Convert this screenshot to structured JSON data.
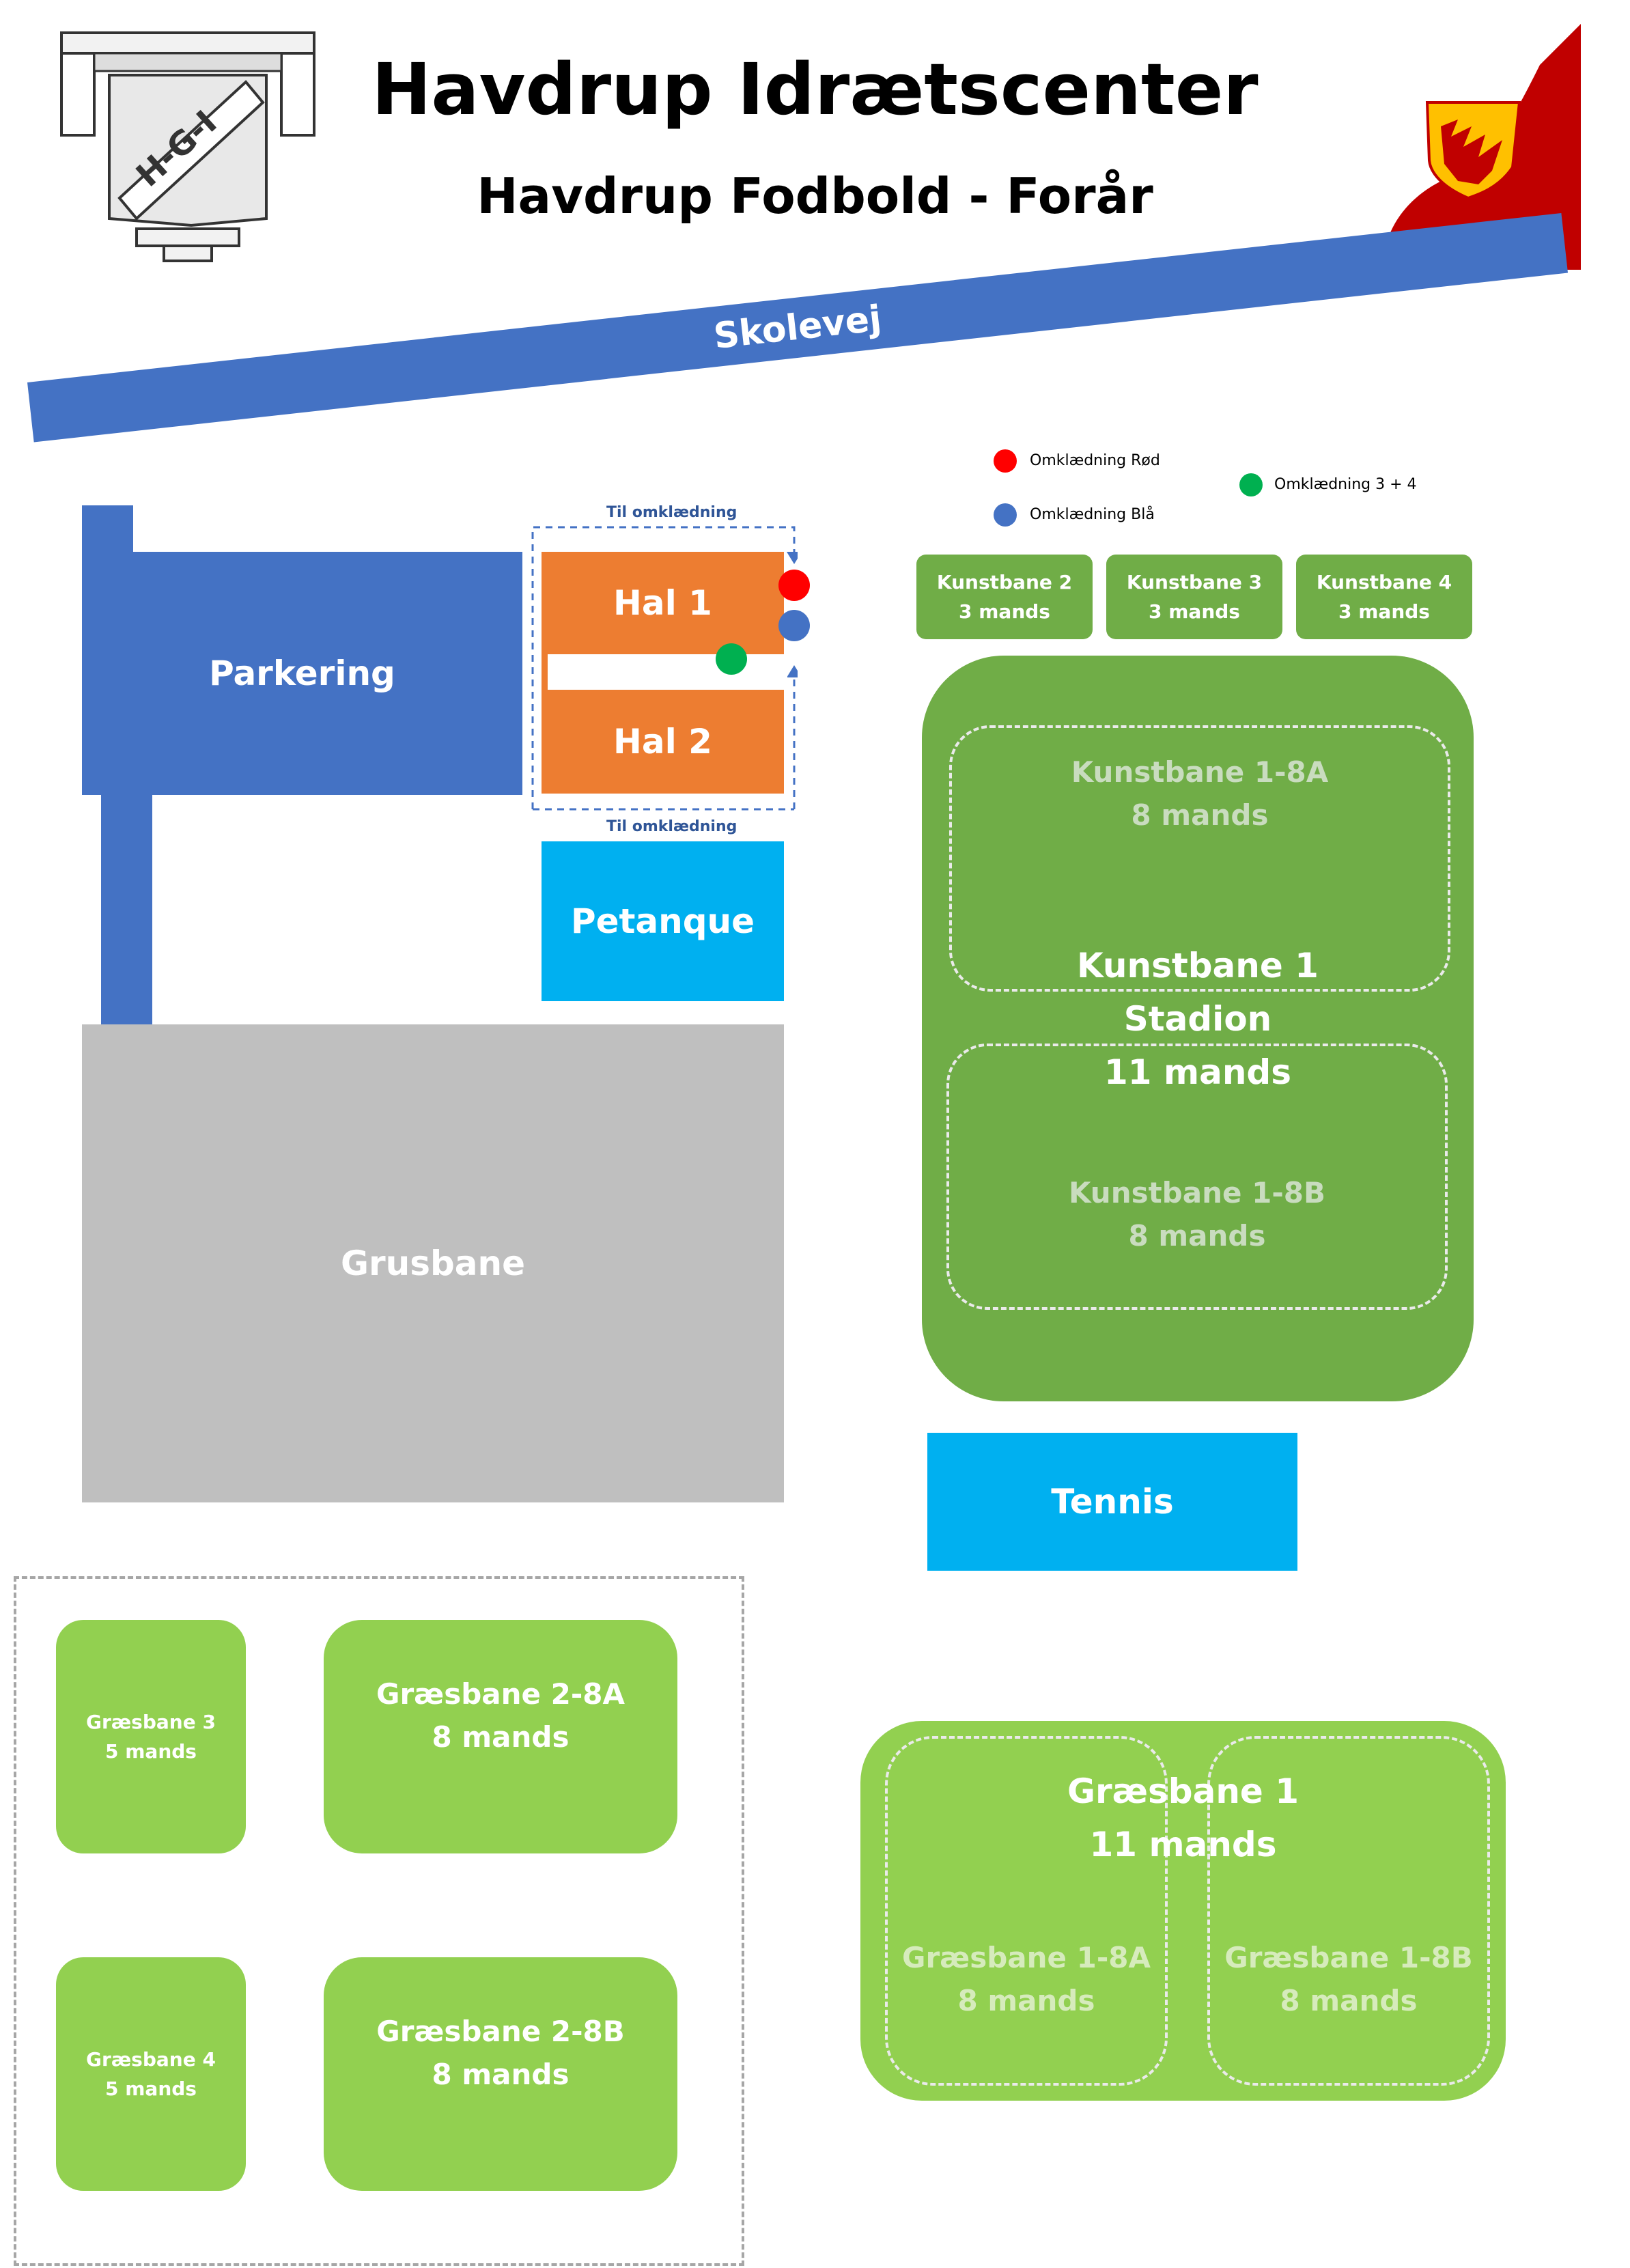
{
  "title": "Havdrup Idrætscenter",
  "subtitle": "Havdrup Fodbold - Forår",
  "logo_left": "H-G-I",
  "road": "Skolevej",
  "legend": [
    {
      "label": "Omklædning Rød",
      "color": "#ff0000"
    },
    {
      "label": "Omklædning Blå",
      "color": "#4472c4"
    },
    {
      "label": "Omklædning 3 + 4",
      "color": "#00b050"
    }
  ],
  "til_omklaedning_top": "Til omklædning",
  "til_omklaedning_bottom": "Til omklædning",
  "parkering": "Parkering",
  "hal1": "Hal 1",
  "hal2": "Hal 2",
  "petanque": "Petanque",
  "grusbane": "Grusbane",
  "tennis": "Tennis",
  "kunstbane_small": [
    {
      "name": "Kunstbane 2",
      "size": "3 mands"
    },
    {
      "name": "Kunstbane 3",
      "size": "3 mands"
    },
    {
      "name": "Kunstbane 4",
      "size": "3 mands"
    }
  ],
  "kunstbane1": {
    "a_name": "Kunstbane 1-8A",
    "a_size": "8 mands",
    "main1": "Kunstbane 1",
    "main2": "Stadion",
    "main3": "11 mands",
    "b_name": "Kunstbane 1-8B",
    "b_size": "8 mands"
  },
  "graesbane_left": [
    {
      "name": "Græsbane 3",
      "size": "5 mands"
    },
    {
      "name": "Græsbane 2-8A",
      "size": "8 mands"
    },
    {
      "name": "Græsbane 4",
      "size": "5 mands"
    },
    {
      "name": "Græsbane 2-8B",
      "size": "8 mands"
    }
  ],
  "graesbane1": {
    "main1": "Græsbane 1",
    "main2": "11 mands",
    "a_name": "Græsbane 1-8A",
    "a_size": "8 mands",
    "b_name": "Græsbane 1-8B",
    "b_size": "8 mands"
  }
}
